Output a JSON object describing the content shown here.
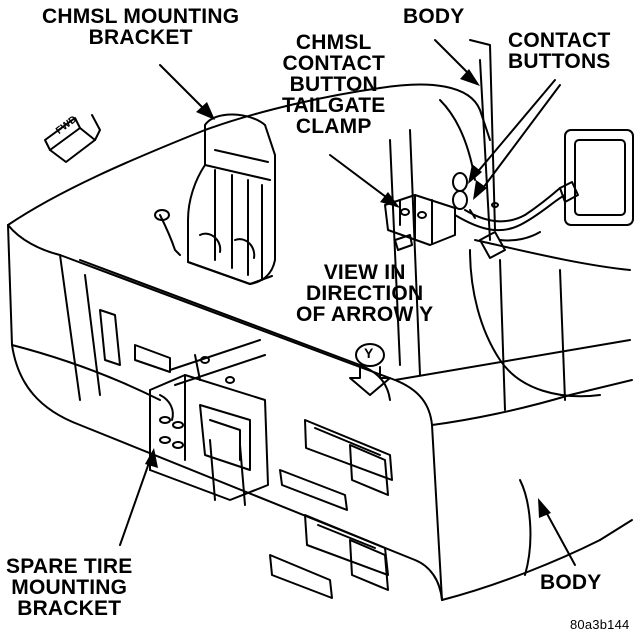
{
  "labels": {
    "chmsl_bracket": [
      "CHMSL MOUNTING",
      "BRACKET"
    ],
    "body_top": "BODY",
    "contact_buttons": [
      "CONTACT",
      "BUTTONS"
    ],
    "chmsl_clamp": [
      "CHMSL",
      "CONTACT",
      "BUTTON",
      "TAILGATE",
      "CLAMP"
    ],
    "view_direction": [
      "VIEW IN",
      "DIRECTION",
      "OF ARROW Y"
    ],
    "spare_tire": [
      "SPARE TIRE",
      "MOUNTING",
      "BRACKET"
    ],
    "body_bottom": "BODY",
    "fwd_tag": "FWD",
    "view_marker": "Y",
    "figure_id": "80a3b144"
  }
}
